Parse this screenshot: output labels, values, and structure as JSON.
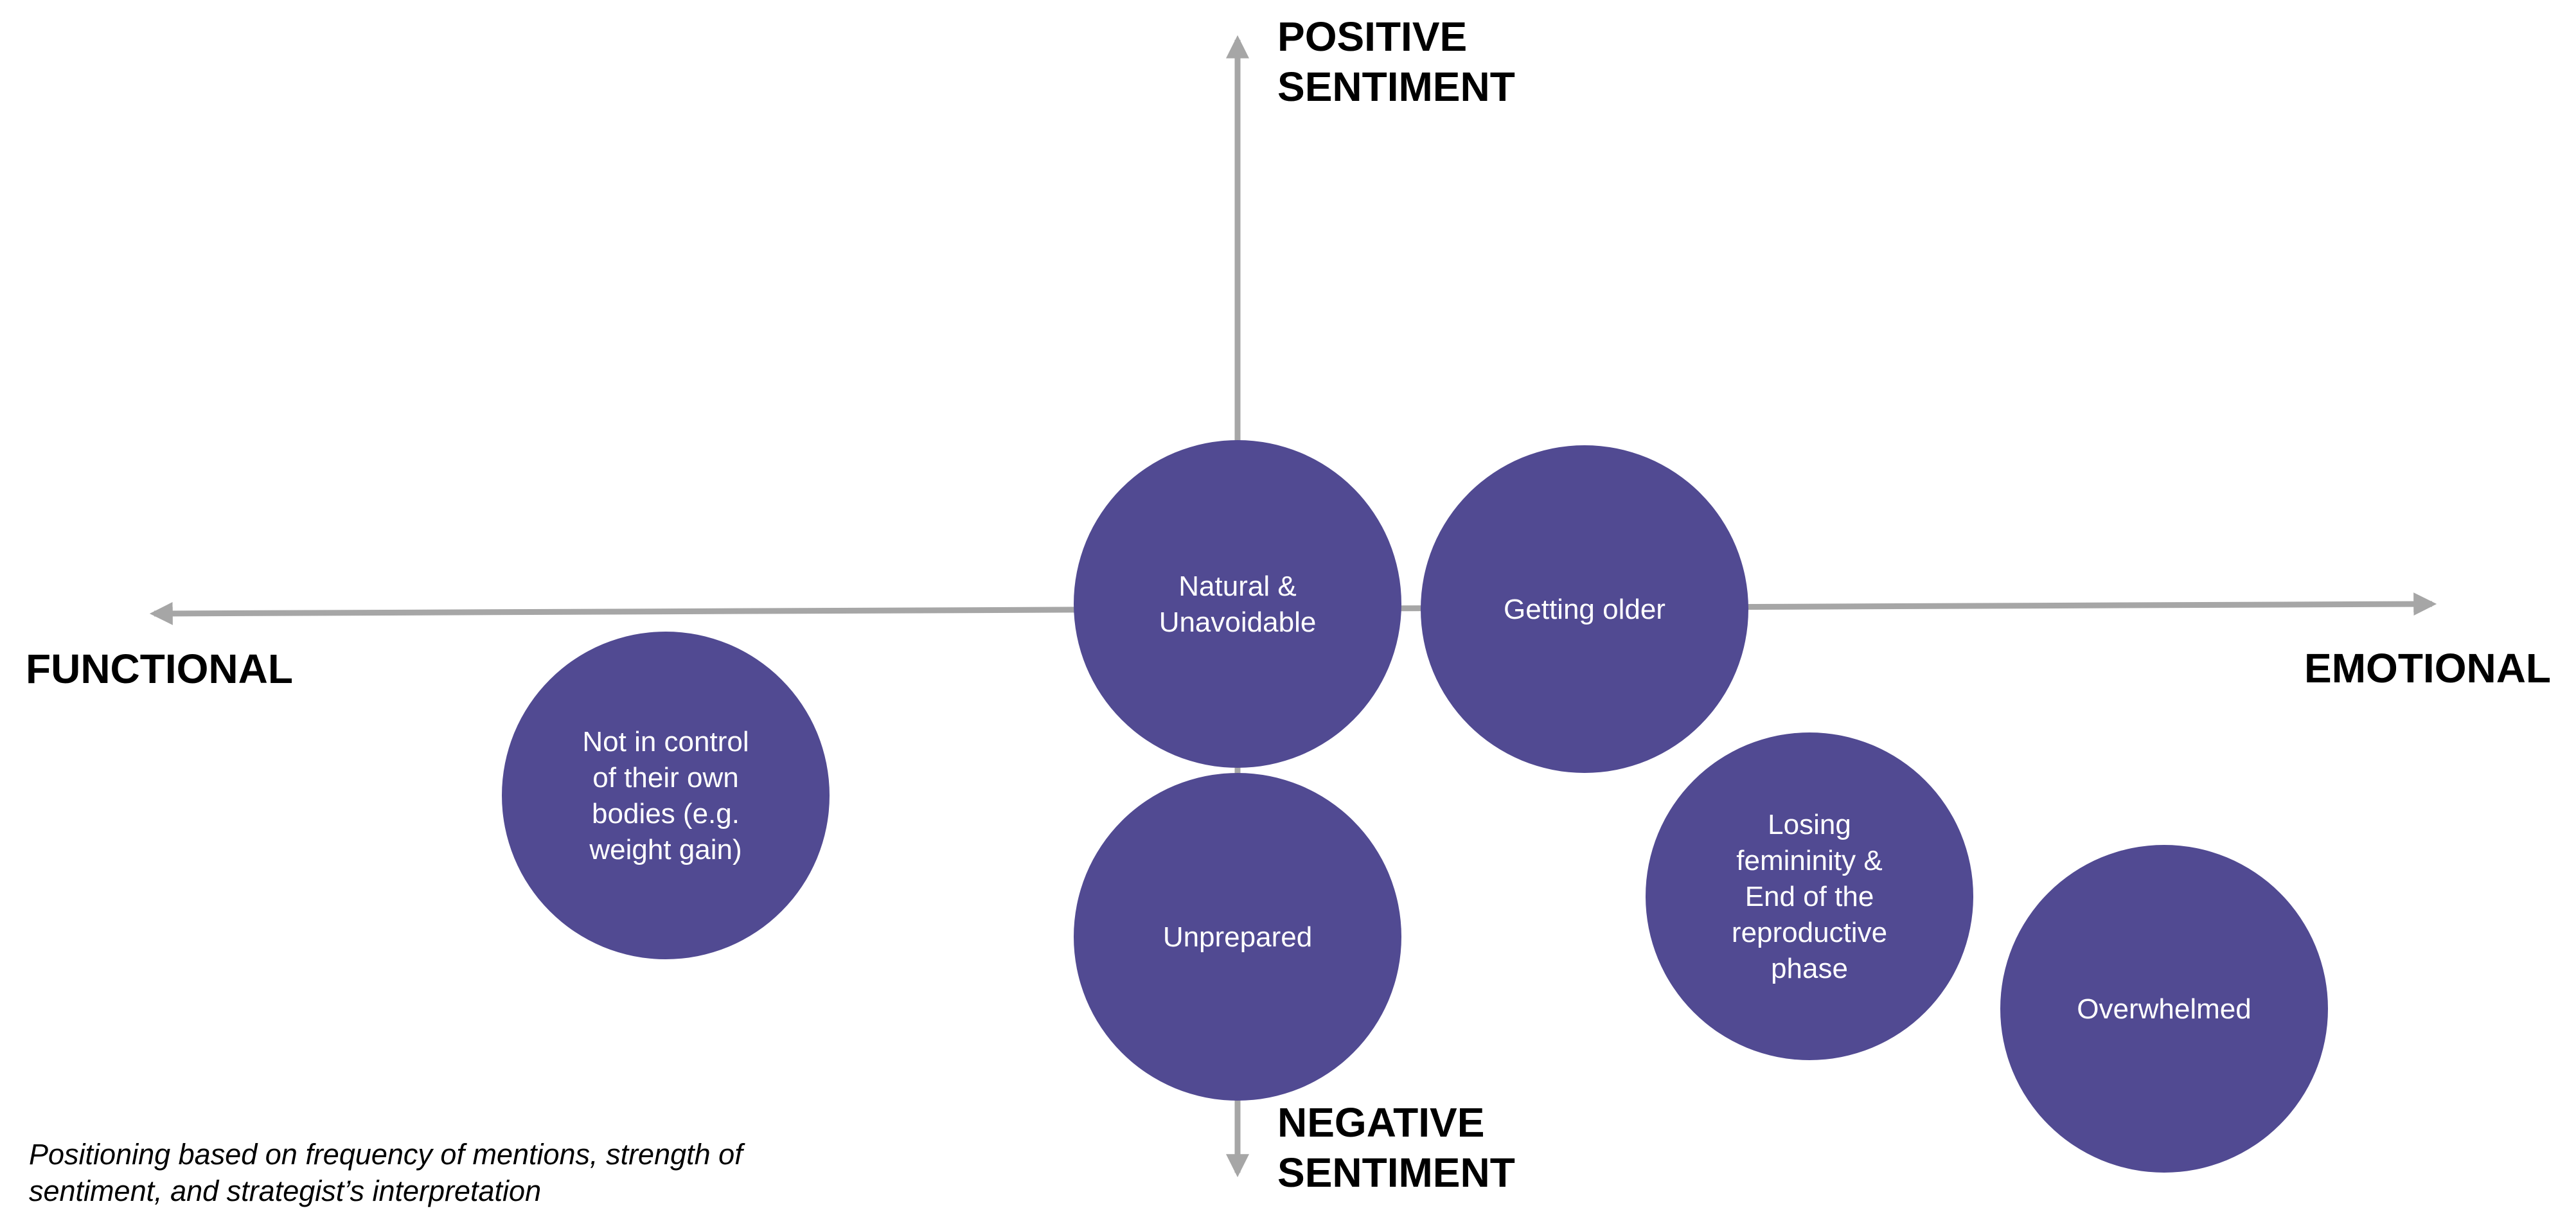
{
  "axes": {
    "vertical_top": [
      "POSITIVE",
      "SENTIMENT"
    ],
    "vertical_bottom": [
      "NEGATIVE",
      "SENTIMENT"
    ],
    "horizontal_left": "FUNCTIONAL",
    "horizontal_right": "EMOTIONAL"
  },
  "colors": {
    "circle_fill": "#514a92",
    "axis_stroke": "#a6a6a6",
    "label_text": "#000000",
    "circle_text": "#ffffff"
  },
  "themes": [
    {
      "id": "natural",
      "lines": [
        "Natural &",
        "Unavoidable"
      ]
    },
    {
      "id": "older",
      "lines": [
        "Getting older"
      ]
    },
    {
      "id": "control",
      "lines": [
        "Not in control",
        "of their own",
        "bodies (e.g.",
        "weight gain)"
      ]
    },
    {
      "id": "unprepared",
      "lines": [
        "Unprepared"
      ]
    },
    {
      "id": "femininity",
      "lines": [
        "Losing",
        "femininity &",
        "End of the",
        "reproductive",
        "phase"
      ]
    },
    {
      "id": "overwhelmed",
      "lines": [
        "Overwhelmed"
      ]
    }
  ],
  "footnote": [
    "Positioning based on frequency of mentions, strength of",
    "sentiment, and strategist’s interpretation"
  ]
}
